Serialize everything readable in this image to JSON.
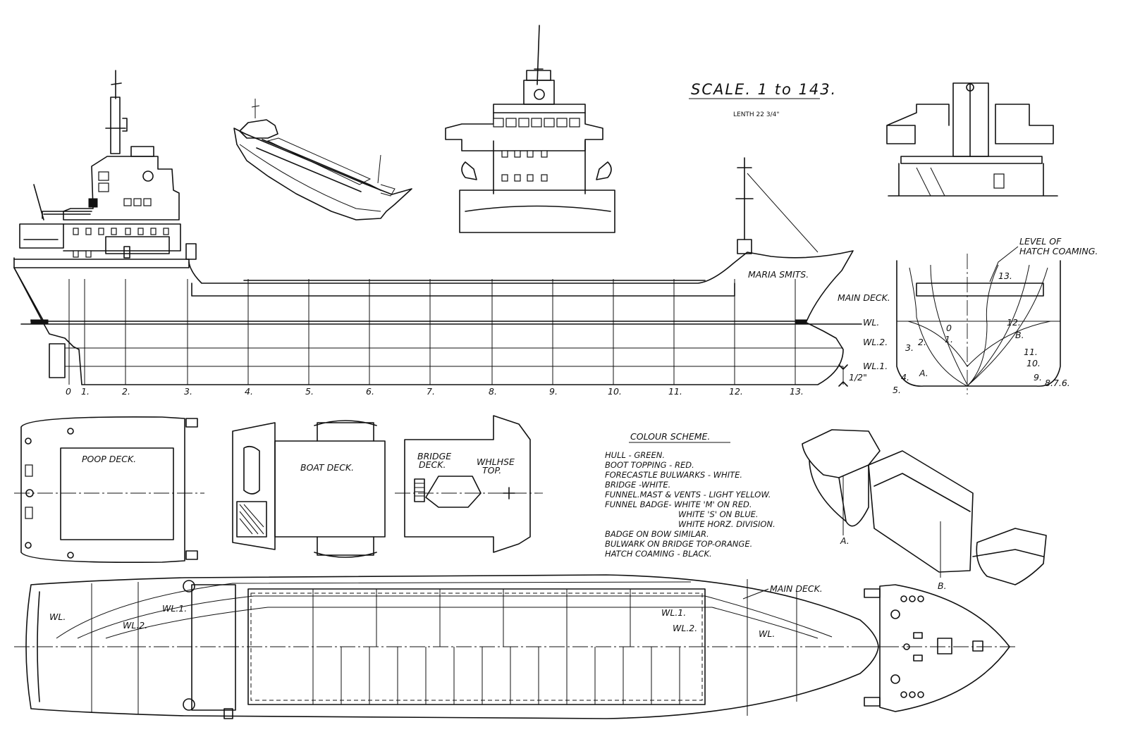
{
  "scale": {
    "title": "SCALE.  1 to 143.",
    "length_note": "LENTH 22 3/4\""
  },
  "hull_labels": {
    "main_deck": "MAIN DECK.",
    "wl": "WL.",
    "wl2": "WL.2.",
    "wl1": "WL.1.",
    "draft": "1/2\"",
    "ship_name": "MARIA SMITS."
  },
  "station_numbers": [
    "0",
    "1.",
    "2.",
    "3.",
    "4.",
    "5.",
    "6.",
    "7.",
    "8.",
    "9.",
    "10.",
    "11.",
    "12.",
    "13."
  ],
  "body_plan": {
    "hatch_note_line1": "LEVEL OF",
    "hatch_note_line2": "HATCH COAMING.",
    "numbers": [
      "13.",
      "12.",
      "11.",
      "10.",
      "9.",
      "8.7.6.",
      "B.",
      "0",
      "1.",
      "2.",
      "3.",
      "4.",
      "5.",
      "A."
    ]
  },
  "deck_labels": {
    "poop": "POOP DECK.",
    "boat": "BOAT DECK.",
    "bridge_1": "BRIDGE",
    "bridge_2": "DECK.",
    "whlhse_1": "WHLHSE",
    "whlhse_2": "TOP."
  },
  "colour_scheme": {
    "title": "COLOUR SCHEME.",
    "lines": [
      "HULL - GREEN.",
      "BOOT TOPPING - RED.",
      "FORECASTLE BULWARKS - WHITE.",
      "BRIDGE -WHITE.",
      "FUNNEL.MAST & VENTS - LIGHT YELLOW.",
      "FUNNEL BADGE- WHITE 'M' ON RED.",
      "WHITE 'S' ON BLUE.",
      "WHITE HORZ. DIVISION.",
      "BADGE ON BOW SIMILAR.",
      "BULWARK ON BRIDGE TOP-ORANGE.",
      "HATCH COAMING - BLACK."
    ]
  },
  "plan_labels": {
    "main_deck": "MAIN DECK.",
    "wl": "WL.",
    "wl1": "WL.1.",
    "wl2": "WL.2.",
    "wl1_fwd": "WL.1.",
    "wl2_fwd": "WL.2.",
    "wl_fwd": "WL."
  },
  "section_labels": {
    "a": "A.",
    "b": "B."
  }
}
